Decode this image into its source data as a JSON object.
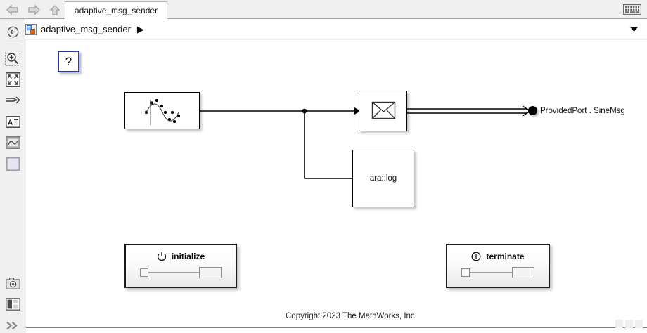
{
  "window": {
    "tab_label": "adaptive_msg_sender",
    "keyboard_icon": "keyboard-icon",
    "back_icon": "back-arrow-icon",
    "forward_icon": "forward-arrow-icon",
    "up_icon": "up-arrow-icon"
  },
  "breadcrumb": {
    "model_icon": "simulink-model-icon",
    "text": "adaptive_msg_sender",
    "separator": "▶",
    "caret_icon": "chevron-down-icon"
  },
  "toolrail": {
    "items": [
      {
        "name": "back-to-parent-icon",
        "tip": "Back to parent"
      },
      {
        "name": "zoom-in-icon",
        "tip": "Zoom in"
      },
      {
        "name": "fit-to-view-icon",
        "tip": "Fit to view"
      },
      {
        "name": "signal-routing-icon",
        "tip": "Signal routing"
      },
      {
        "name": "annotation-icon",
        "tip": "Annotation"
      },
      {
        "name": "scope-viewer-icon",
        "tip": "Scope viewer"
      },
      {
        "name": "blank-area-icon",
        "tip": "Blank"
      },
      {
        "name": "camera-icon",
        "tip": "Screenshot"
      },
      {
        "name": "layout-icon",
        "tip": "Layout"
      },
      {
        "name": "expand-chevrons-icon",
        "tip": "Show more"
      }
    ]
  },
  "canvas": {
    "help_block": {
      "label": "?"
    },
    "blocks": [
      {
        "id": "sine",
        "label": "",
        "icon": "sine-wave-icon"
      },
      {
        "id": "send",
        "label": "",
        "icon": "envelope-message-icon"
      },
      {
        "id": "aralog",
        "label": "ara::log",
        "icon": ""
      }
    ],
    "output_port": {
      "label": "ProvidedPort . SineMsg",
      "marker": "provided-port-marker"
    },
    "dashboards": [
      {
        "id": "initialize",
        "title": "initialize",
        "icon": "power-button-icon"
      },
      {
        "id": "terminate",
        "title": "terminate",
        "icon": "stop-circle-icon"
      }
    ],
    "copyright": "Copyright 2023 The MathWorks, Inc."
  }
}
